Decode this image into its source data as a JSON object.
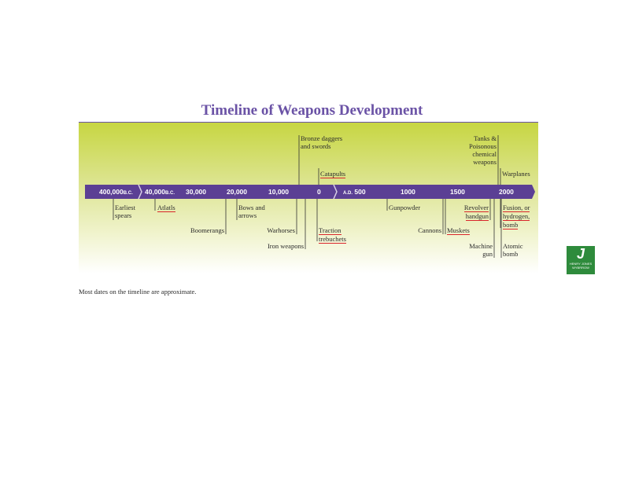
{
  "title": "Timeline of Weapons Development",
  "note": "Most dates on the timeline are approximate.",
  "logo": {
    "glyph": "J",
    "line1": "HENRY JONES",
    "line2": "WYBRROW"
  },
  "colors": {
    "title": "#6b53a6",
    "bar": "#5b3f94",
    "underline": "#d9262c",
    "panel_top": "#c7d642",
    "logo": "#2e8b3c"
  },
  "ticks": [
    {
      "main": "400,000",
      "suffix": "B.C."
    },
    {
      "main": "40,000",
      "suffix": "B.C."
    },
    {
      "main": "30,000",
      "suffix": ""
    },
    {
      "main": "20,000",
      "suffix": ""
    },
    {
      "main": "10,000",
      "suffix": ""
    },
    {
      "main": "0",
      "suffix": ""
    },
    {
      "prefix": "A.D.",
      "main": "500",
      "suffix": ""
    },
    {
      "main": "1000",
      "suffix": ""
    },
    {
      "main": "1500",
      "suffix": ""
    },
    {
      "main": "2000",
      "suffix": ""
    }
  ],
  "events": {
    "bronze": [
      "Bronze daggers",
      "and swords"
    ],
    "catapults": "Catapults",
    "tanks": [
      "Tanks &",
      "Poisonous",
      "chemical",
      "weapons"
    ],
    "warplanes": "Warplanes",
    "spears": [
      "Earliest",
      "spears"
    ],
    "atlatls": "Atlatls",
    "boomerangs": "Boomerangs",
    "bows": [
      "Bows and",
      "arrows"
    ],
    "warhorses": "Warhorses",
    "iron": "Iron weapons",
    "traction": [
      "Traction",
      "trebuchets"
    ],
    "gunpowder": "Gunpowder",
    "cannons": "Cannons",
    "muskets": "Muskets",
    "revolver": [
      "Revolver",
      "handgun"
    ],
    "machinegun": [
      "Machine",
      "gun"
    ],
    "fusion": [
      "Fusion, or",
      "hydrogen,",
      "bomb"
    ],
    "atomic": [
      "Atomic",
      "bomb"
    ]
  }
}
